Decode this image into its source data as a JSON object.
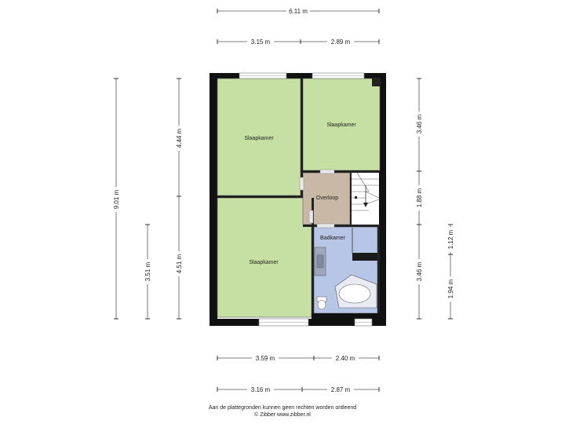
{
  "dimensions": {
    "top_total": "6.11 m",
    "top_left": "3.15 m",
    "top_right": "2.89 m",
    "bottom_upper_left": "3.59 m",
    "bottom_upper_right": "2.40 m",
    "bottom_lower_left": "3.16 m",
    "bottom_lower_right": "2.87 m",
    "left_total": "9.01 m",
    "left_upper": "4.44 m",
    "left_lower": "4.51 m",
    "left_small": "3.51 m",
    "right_top": "3.46 m",
    "right_middle": "1.88 m",
    "right_bottom": "3.46 m",
    "right_small_top": "1.12 m",
    "right_small_bottom": "1.94 m"
  },
  "rooms": {
    "bedroom_top_left": "Slaapkamer",
    "bedroom_top_right": "Slaapkamer",
    "bedroom_bottom": "Slaapkamer",
    "landing": "Overloop",
    "bathroom": "Badkamer"
  },
  "colors": {
    "bedroom": "#c6e0a4",
    "landing": "#c9b8a6",
    "bathroom": "#b7c6e6",
    "wall": "#111111"
  },
  "footer": {
    "line1": "Aan de plattegronden kunnen geen rechten worden ontleend",
    "line2": "© Zibber www.zibber.nl"
  }
}
